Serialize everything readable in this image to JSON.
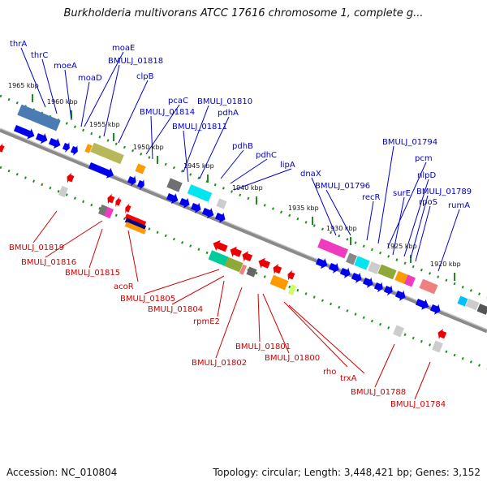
{
  "title": "Burkholderia multivorans ATCC 17616 chromosome 1, complete g...",
  "accession": "Accession: NC_010804",
  "summary": "Topology: circular; Length: 3,448,421 bp; Genes: 3,152",
  "ticks": [
    "1965 kbp",
    "1960 kbp",
    "1955 kbp",
    "1950 kbp",
    "1945 kbp",
    "1940 kbp",
    "1935 kbp",
    "1930 kbp",
    "1925 kbp",
    "1920 kbp"
  ],
  "blue_labels": [
    "thrA",
    "thrC",
    "moeA",
    "moaD",
    "moaE",
    "BMULJ_01818",
    "clpB",
    "pcaC",
    "BMULJ_01814",
    "BMULJ_01810",
    "pdhA",
    "BMULJ_01811",
    "pdhB",
    "pdhC",
    "lipA",
    "dnaX",
    "BMULJ_01796",
    "recR",
    "BMULJ_01794",
    "pcm",
    "surE",
    "nlpD",
    "BMULJ_01789",
    "rpoS",
    "rumA"
  ],
  "red_labels": [
    "BMULJ_01819",
    "BMULJ_01816",
    "BMULJ_01815",
    "acoR",
    "BMULJ_01805",
    "BMULJ_01804",
    "rpmE2",
    "BMULJ_01802",
    "BMULJ_01801",
    "BMULJ_01800",
    "rho",
    "trxA",
    "BMULJ_01788",
    "BMULJ_01784"
  ],
  "colors": {
    "forward": "#0000ee",
    "reverse": "#ee0000",
    "backbone": "#808080",
    "ticks": "#228b22",
    "blue_label": "#0000cc",
    "red_label": "#cc0000"
  }
}
